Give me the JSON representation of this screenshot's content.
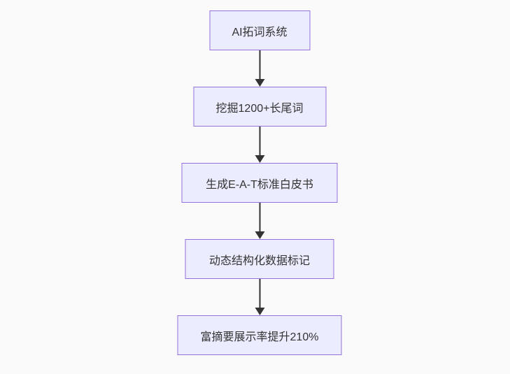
{
  "diagram": {
    "type": "flowchart",
    "direction": "top-down",
    "background_color": "#fafafa",
    "node_fill_color": "#ECECFF",
    "node_border_color": "#9370DB",
    "text_color": "#333333",
    "arrow_color": "#333333",
    "nodes": [
      {
        "label": "AI拓词系统"
      },
      {
        "label": "挖掘1200+长尾词"
      },
      {
        "label": "生成E-A-T标准白皮书"
      },
      {
        "label": "动态结构化数据标记"
      },
      {
        "label": "富摘要展示率提升210%"
      }
    ],
    "edges": [
      {
        "from": 0,
        "to": 1
      },
      {
        "from": 1,
        "to": 2
      },
      {
        "from": 2,
        "to": 3
      },
      {
        "from": 3,
        "to": 4
      }
    ]
  }
}
